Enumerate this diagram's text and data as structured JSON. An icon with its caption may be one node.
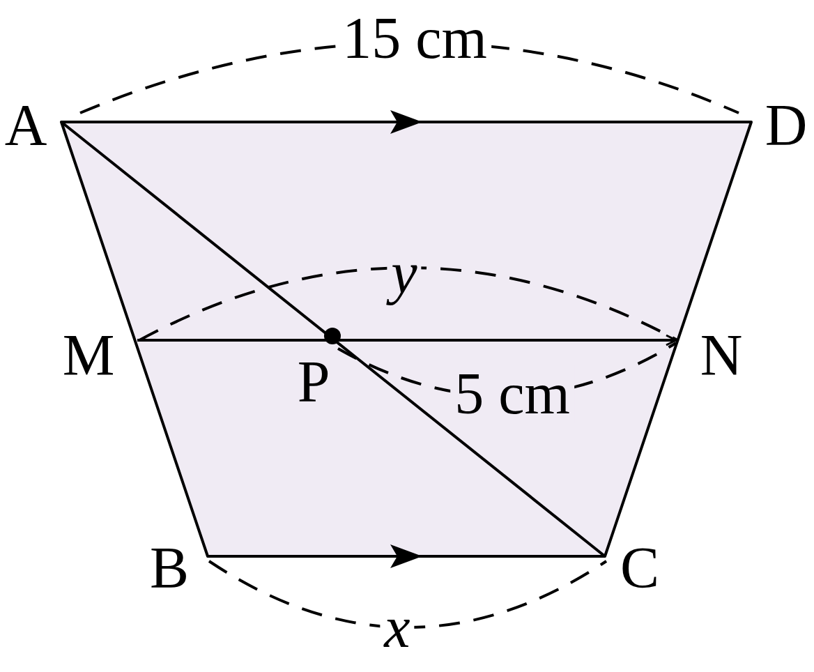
{
  "diagram": {
    "labels": [
      "15 cm",
      "A",
      "D",
      "y",
      "M",
      "N",
      "P",
      "5 cm",
      "B",
      "C",
      "x"
    ]
  }
}
